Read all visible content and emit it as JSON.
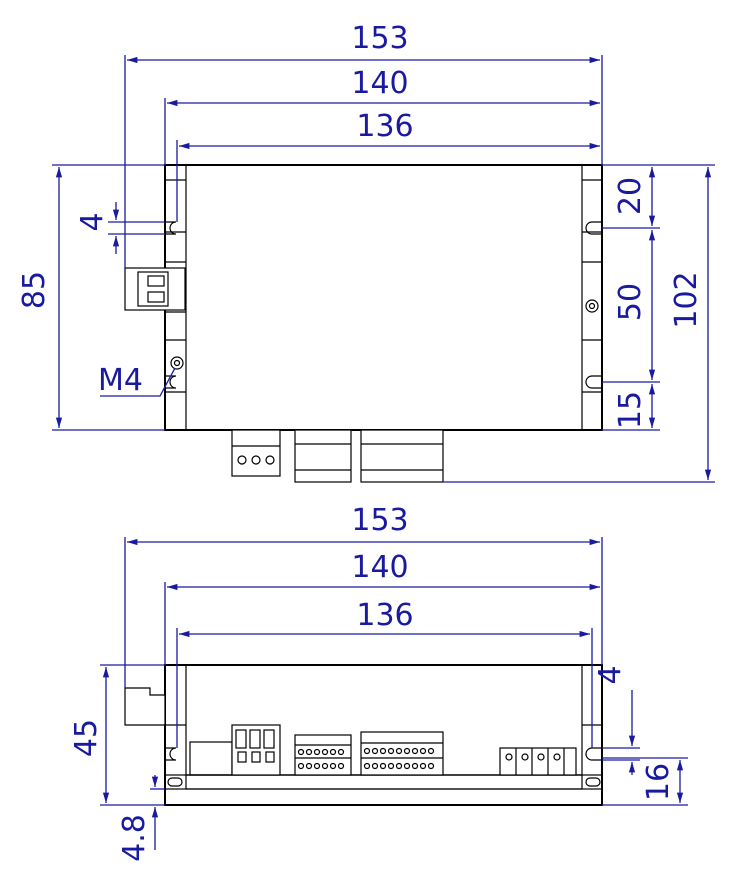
{
  "top_view": {
    "width_overall": "153",
    "width_flange": "140",
    "width_hole_pitch": "136",
    "height_body": "85",
    "height_overall": "102",
    "hole_offset": "4",
    "pitch_top": "20",
    "pitch_mid": "50",
    "pitch_bottom": "15",
    "thread_label": "M4"
  },
  "bottom_view": {
    "width_overall": "153",
    "width_flange": "140",
    "width_hole_pitch": "136",
    "height_overall": "45",
    "base_thickness": "4.8",
    "slot_width": "4",
    "slot_height": "16"
  },
  "colors": {
    "dimension": "#1a1aa0",
    "outline": "#000000"
  }
}
